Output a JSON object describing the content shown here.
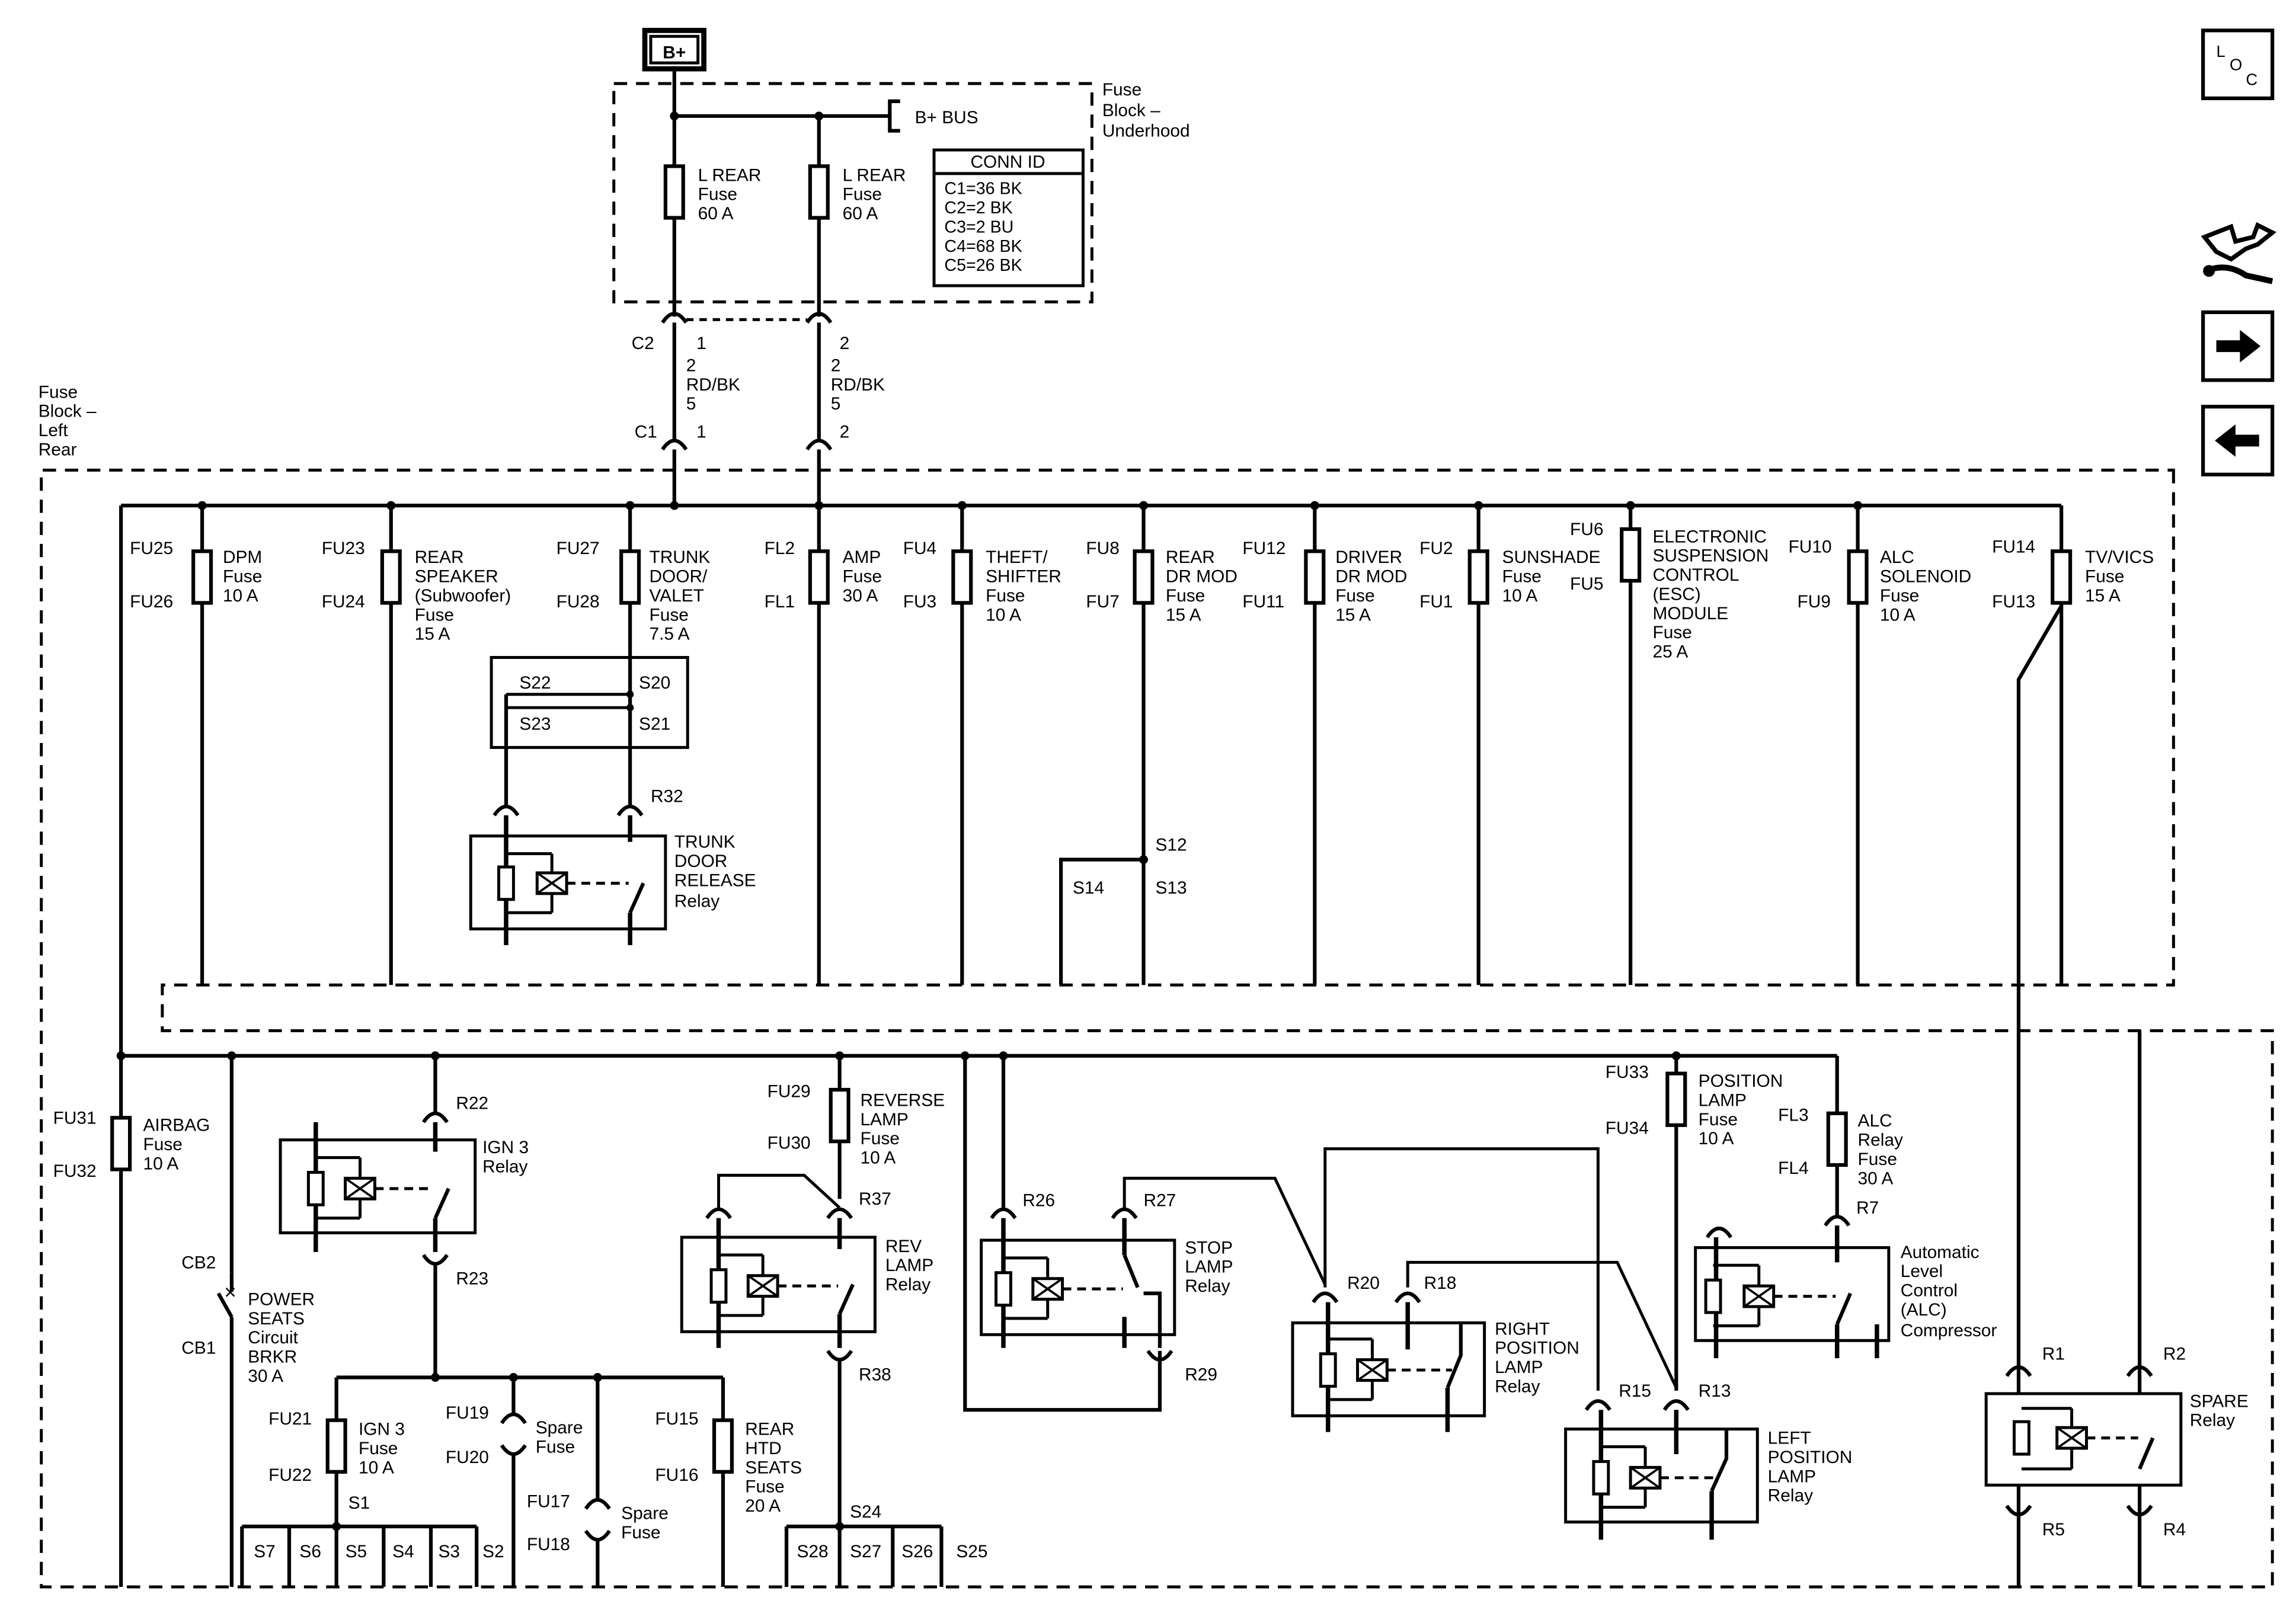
{
  "battery": "B+",
  "bus": "B+ BUS",
  "underhood": {
    "l1": "Fuse",
    "l2": "Block –",
    "l3": "Underhood"
  },
  "fuse_l_rear_1": {
    "name": "L REAR",
    "type": "Fuse",
    "rating": "60 A"
  },
  "fuse_l_rear_2": {
    "name": "L REAR",
    "type": "Fuse",
    "rating": "60 A"
  },
  "conn": {
    "title": "CONN ID",
    "c1": "C1=36 BK",
    "c2": "C2=2 BK",
    "c3": "C3=2 BU",
    "c4": "C4=68 BK",
    "c5": "C5=26 BK"
  },
  "wire_a": {
    "top_conn": "C2",
    "top_pin": "1",
    "circuit": "2",
    "color": "RD/BK",
    "gauge": "5",
    "bot_conn": "C1",
    "bot_pin": "1"
  },
  "wire_b": {
    "top_pin": "2",
    "circuit": "2",
    "color": "RD/BK",
    "gauge": "5",
    "bot_pin": "2"
  },
  "left_rear": {
    "l1": "Fuse",
    "l2": "Block –",
    "l3": "Left",
    "l4": "Rear"
  },
  "fuses": {
    "dpm": {
      "top": "FU25",
      "bot": "FU26",
      "l1": "DPM",
      "l2": "Fuse",
      "l3": "10 A"
    },
    "rear_speaker": {
      "top": "FU23",
      "bot": "FU24",
      "l1": "REAR",
      "l2": "SPEAKER",
      "l3": "(Subwoofer)",
      "l4": "Fuse",
      "l5": "15 A"
    },
    "trunk": {
      "top": "FU27",
      "bot": "FU28",
      "l1": "TRUNK",
      "l2": "DOOR/",
      "l3": "VALET",
      "l4": "Fuse",
      "l5": "7.5 A"
    },
    "amp": {
      "top": "FL2",
      "bot": "FL1",
      "l1": "AMP",
      "l2": "Fuse",
      "l3": "30 A"
    },
    "theft": {
      "top": "FU4",
      "bot": "FU3",
      "l1": "THEFT/",
      "l2": "SHIFTER",
      "l3": "Fuse",
      "l4": "10 A"
    },
    "rear_dr": {
      "top": "FU8",
      "bot": "FU7",
      "l1": "REAR",
      "l2": "DR MOD",
      "l3": "Fuse",
      "l4": "15 A"
    },
    "driver_dr": {
      "top": "FU12",
      "bot": "FU11",
      "l1": "DRIVER",
      "l2": "DR MOD",
      "l3": "Fuse",
      "l4": "15 A"
    },
    "sunshade": {
      "top": "FU2",
      "bot": "FU1",
      "l1": "SUNSHADE",
      "l2": "Fuse",
      "l3": "10 A"
    },
    "esc": {
      "top": "FU6",
      "bot": "FU5",
      "l1": "ELECTRONIC",
      "l2": "SUSPENSION",
      "l3": "CONTROL",
      "l4": "(ESC)",
      "l5": "MODULE",
      "l6": "Fuse",
      "l7": "25 A"
    },
    "alc_sol": {
      "top": "FU10",
      "bot": "FU9",
      "l1": "ALC",
      "l2": "SOLENOID",
      "l3": "Fuse",
      "l4": "10 A"
    },
    "tv": {
      "top": "FU14",
      "bot": "FU13",
      "l1": "TV/VICS",
      "l2": "Fuse",
      "l3": "15 A"
    },
    "airbag": {
      "top": "FU31",
      "bot": "FU32",
      "l1": "AIRBAG",
      "l2": "Fuse",
      "l3": "10 A"
    },
    "reverse": {
      "top": "FU29",
      "bot": "FU30",
      "l1": "REVERSE",
      "l2": "LAMP",
      "l3": "Fuse",
      "l4": "10 A"
    },
    "position": {
      "top": "FU33",
      "bot": "FU34",
      "l1": "POSITION",
      "l2": "LAMP",
      "l3": "Fuse",
      "l4": "10 A"
    },
    "alc_relay": {
      "top": "FL3",
      "bot": "FL4",
      "l1": "ALC",
      "l2": "Relay",
      "l3": "Fuse",
      "l4": "30 A"
    },
    "ign3": {
      "top": "FU21",
      "bot": "FU22",
      "l1": "IGN 3",
      "l2": "Fuse",
      "l3": "10 A"
    },
    "spare1": {
      "top": "FU19",
      "bot": "FU20",
      "l1": "Spare",
      "l2": "Fuse"
    },
    "spare2": {
      "top": "FU17",
      "bot": "FU18",
      "l1": "Spare",
      "l2": "Fuse"
    },
    "rear_htd": {
      "top": "FU15",
      "bot": "FU16",
      "l1": "REAR",
      "l2": "HTD",
      "l3": "SEATS",
      "l4": "Fuse",
      "l5": "20 A"
    }
  },
  "switch": {
    "s22": "S22",
    "s20": "S20",
    "s23": "S23",
    "s21": "S21"
  },
  "splices": {
    "s12": "S12",
    "s13": "S13",
    "s14": "S14",
    "s1": "S1",
    "s24": "S24",
    "row1": [
      "S7",
      "S6",
      "S5",
      "S4",
      "S3",
      "S2"
    ],
    "row2": [
      "S28",
      "S27",
      "S26",
      "S25"
    ]
  },
  "relays": {
    "trunk": {
      "pin_top": "R32",
      "l1": "TRUNK",
      "l2": "DOOR",
      "l3": "RELEASE",
      "l4": "Relay"
    },
    "ign3": {
      "pin_top": "R22",
      "pin_bot": "R23",
      "l1": "IGN 3",
      "l2": "Relay"
    },
    "rev": {
      "pin_top": "R37",
      "pin_bot": "R38",
      "l1": "REV",
      "l2": "LAMP",
      "l3": "Relay"
    },
    "stop": {
      "pin_a": "R26",
      "pin_b": "R27",
      "pin_c": "R29",
      "l1": "STOP",
      "l2": "LAMP",
      "l3": "Relay"
    },
    "right_pos": {
      "pin_a": "R20",
      "pin_b": "R18",
      "l1": "RIGHT",
      "l2": "POSITION",
      "l3": "LAMP",
      "l4": "Relay"
    },
    "left_pos": {
      "pin_a": "R15",
      "pin_b": "R13",
      "l1": "LEFT",
      "l2": "POSITION",
      "l3": "LAMP",
      "l4": "Relay"
    },
    "alc": {
      "pin_top": "R7",
      "l1": "Automatic",
      "l2": "Level",
      "l3": "Control",
      "l4": "(ALC)",
      "l5": "Compressor"
    },
    "spare": {
      "pin_a": "R1",
      "pin_b": "R2",
      "pin_c": "R5",
      "pin_d": "R4",
      "l1": "SPARE",
      "l2": "Relay"
    }
  },
  "breaker": {
    "top": "CB2",
    "bot": "CB1",
    "l1": "POWER",
    "l2": "SEATS",
    "l3": "Circuit",
    "l4": "BRKR",
    "l5": "30 A"
  },
  "nav": {
    "loc_l": "L",
    "loc_o": "O",
    "loc_c": "C"
  }
}
